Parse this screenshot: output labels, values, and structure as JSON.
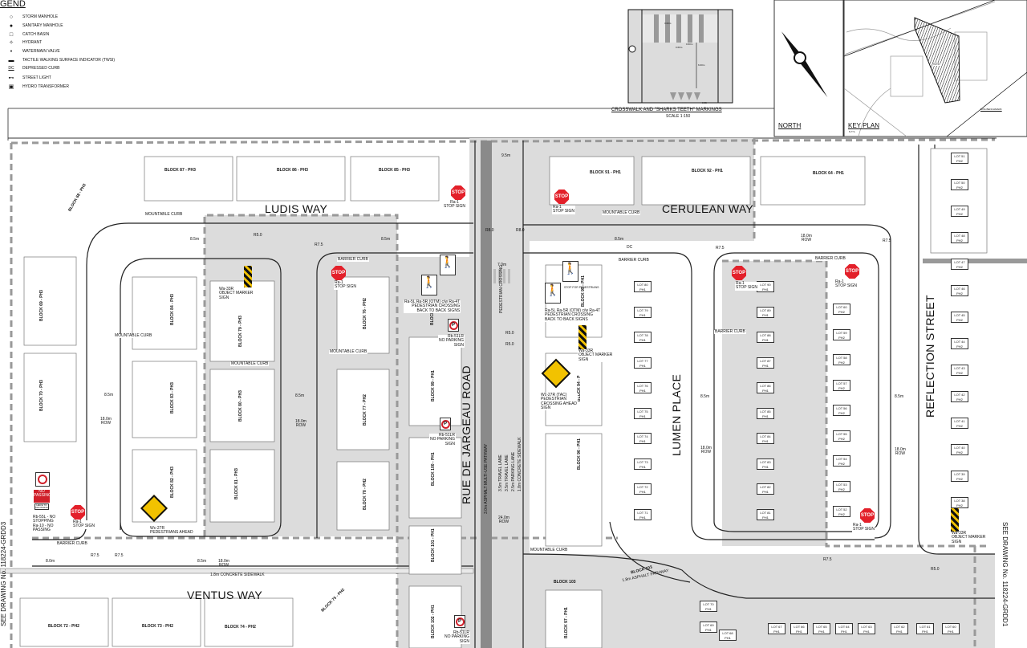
{
  "legend": {
    "title": "GEND",
    "items": [
      {
        "icon": "storm-manhole-icon",
        "label": "STORM MANHOLE"
      },
      {
        "icon": "sanitary-manhole-icon",
        "label": "SANITARY MANHOLE"
      },
      {
        "icon": "catch-basin-icon",
        "label": "CATCH BASIN"
      },
      {
        "icon": "hydrant-icon",
        "label": "HYDRANT"
      },
      {
        "icon": "watermain-valve-icon",
        "label": "WATERMAIN VALVE"
      },
      {
        "icon": "twsi-icon",
        "label": "TACTILE WALKING SURFACE INDICATOR (TWSI)"
      },
      {
        "icon": "depressed-curb-icon",
        "symbol": "DC",
        "label": "DEPRESSED CURB"
      },
      {
        "icon": "street-light-icon",
        "label": "STREET LIGHT"
      },
      {
        "icon": "hydro-transformer-icon",
        "label": "HYDRO TRANSFORMER"
      }
    ]
  },
  "detail": {
    "title": "CROSSWALK AND \"SHARKS TEETH\" MARKINGS",
    "scale": "SCALE 1:150",
    "dims": [
      "0.60m",
      "0.60m",
      "3.00m",
      "6.00m",
      "0.95"
    ]
  },
  "north": {
    "label": "NORTH"
  },
  "key_plan": {
    "title": "KEY PLAN",
    "scale": "N.T.S.",
    "site": "SITE",
    "benchmark": "SITE BENCHMARK"
  },
  "streets": {
    "ludis": "LUDIS WAY",
    "cerulean": "CERULEAN WAY",
    "ventus": "VENTUS WAY",
    "jargeau": "RUE DE JARGEAU ROAD",
    "lumen": "LUMEN PLACE",
    "reflection": "REFLECTION STREET"
  },
  "match_lines": {
    "left": "SEE DRAWING No. 118224-GRDD3",
    "right": "SEE DRAWING No. 118224-GRDD1"
  },
  "blocks": {
    "b87": "BLOCK 87 - PH3",
    "b86": "BLOCK 86 - PH3",
    "b85": "BLOCK 85 - PH3",
    "b91": "BLOCK 91 - PH1",
    "b92": "BLOCK 92 - PH1",
    "b64": "BLOCK 64 - PH1",
    "b68": "BLOCK 68 - PH3",
    "b69": "BLOCK 69 - PH3",
    "b70": "BLOCK 70 - PH3",
    "b84": "BLOCK 84 - PH3",
    "b83": "BLOCK 83 - PH3",
    "b82": "BLOCK 82 - PH3",
    "b79": "BLOCK 79 - PH3",
    "b80": "BLOCK 80 - PH3",
    "b81": "BLOCK 81 - PH3",
    "b76": "BLOCK 76 - PH2",
    "b77": "BLOCK 77 - PH2",
    "b78": "BLOCK 78 - PH2",
    "b99": "BLOCK 99 - PH1",
    "b100": "BLOCK 100 - PH1",
    "b101": "BLOCK 101 - PH1",
    "b102": "BLOCK 102 - PH1",
    "b93": "BLOCK",
    "b95": "BLOCK 95 - PH1",
    "b94": "BLOCK 94 - P",
    "b96": "BLOCK 96 - PH1",
    "b97": "BLOCK 97 - PH1",
    "b103": "BLOCK 103",
    "b103b": "BLOCK 103",
    "b72": "BLOCK 72 - PH2",
    "b73": "BLOCK 73 - PH2",
    "b74": "BLOCK 74 - PH2",
    "b75": "BLOCK 75 - PH2"
  },
  "lots": {
    "lumen_west": [
      {
        "lot": "LOT 80",
        "ph": "PH1"
      },
      {
        "lot": "LOT 79",
        "ph": "PH1"
      },
      {
        "lot": "LOT 78",
        "ph": "PH1"
      },
      {
        "lot": "LOT 77",
        "ph": "PH1"
      },
      {
        "lot": "LOT 76",
        "ph": "PH1"
      },
      {
        "lot": "LOT 75",
        "ph": "PH1"
      },
      {
        "lot": "LOT 74",
        "ph": "PH1"
      },
      {
        "lot": "LOT 73",
        "ph": "PH1"
      },
      {
        "lot": "LOT 72",
        "ph": "PH1"
      },
      {
        "lot": "LOT 71",
        "ph": "PH1"
      }
    ],
    "lumen_east": [
      {
        "lot": "LOT 90",
        "ph": "PH1"
      },
      {
        "lot": "LOT 89",
        "ph": "PH1"
      },
      {
        "lot": "LOT 88",
        "ph": "PH1"
      },
      {
        "lot": "LOT 87",
        "ph": "PH1"
      },
      {
        "lot": "LOT 86",
        "ph": "PH1"
      },
      {
        "lot": "LOT 85",
        "ph": "PH1"
      },
      {
        "lot": "LOT 84",
        "ph": "PH1"
      },
      {
        "lot": "LOT 83",
        "ph": "PH1"
      },
      {
        "lot": "LOT 82",
        "ph": "PH1"
      },
      {
        "lot": "LOT 81",
        "ph": "PH1"
      }
    ],
    "reflection_west": [
      {
        "lot": "LOT 60",
        "ph": "PH2"
      },
      {
        "lot": "LOT 59",
        "ph": "PH2"
      },
      {
        "lot": "LOT 58",
        "ph": "PH2"
      },
      {
        "lot": "LOT 57",
        "ph": "PH2"
      },
      {
        "lot": "LOT 56",
        "ph": "PH2"
      },
      {
        "lot": "LOT 55",
        "ph": "PH2"
      },
      {
        "lot": "LOT 54",
        "ph": "PH2"
      },
      {
        "lot": "LOT 53",
        "ph": "PH2"
      },
      {
        "lot": "LOT 52",
        "ph": "PH2"
      }
    ],
    "reflection_east": [
      {
        "lot": "LOT 51",
        "ph": "PH2"
      },
      {
        "lot": "LOT 50",
        "ph": "PH2"
      },
      {
        "lot": "LOT 49",
        "ph": "PH2"
      },
      {
        "lot": "LOT 48",
        "ph": "PH2"
      },
      {
        "lot": "LOT 47",
        "ph": "PH2"
      },
      {
        "lot": "LOT 46",
        "ph": "PH2"
      },
      {
        "lot": "LOT 45",
        "ph": "PH2"
      },
      {
        "lot": "LOT 44",
        "ph": "PH2"
      },
      {
        "lot": "LOT 43",
        "ph": "PH2"
      },
      {
        "lot": "LOT 42",
        "ph": "PH2"
      },
      {
        "lot": "LOT 41",
        "ph": "PH2"
      },
      {
        "lot": "LOT 40",
        "ph": "PH2"
      },
      {
        "lot": "LOT 39",
        "ph": "PH2"
      },
      {
        "lot": "LOT 38",
        "ph": "PH2"
      }
    ],
    "bottom_row": [
      {
        "lot": "LOT 70",
        "ph": "PH1"
      },
      {
        "lot": "LOT 69",
        "ph": "PH1"
      },
      {
        "lot": "LOT 68",
        "ph": "PH1"
      },
      {
        "lot": "LOT 67",
        "ph": "PH1"
      },
      {
        "lot": "LOT 66",
        "ph": "PH1"
      },
      {
        "lot": "LOT 65",
        "ph": "PH1"
      },
      {
        "lot": "LOT 64",
        "ph": "PH1"
      },
      {
        "lot": "LOT 63",
        "ph": "PH1"
      },
      {
        "lot": "LOT 62",
        "ph": "PH1"
      },
      {
        "lot": "LOT 61",
        "ph": "PH1"
      },
      {
        "lot": "LOT 60",
        "ph": "PH1"
      }
    ]
  },
  "signs": {
    "stop_face": "STOP",
    "stop": "Ra-1\nSTOP SIGN",
    "object_marker": "Wa-33R\nOBJECT MARKER\nSIGN",
    "ped_crossing": "Ra-5L Ra-5R (OTM) c/w Ra-4T\nPEDESTRIAN CROSSING\nBACK TO BACK SIGNS",
    "no_parking": "Rb-51LR\nNO PARKING\nSIGN",
    "ped_ahead_tac": "Wc-27R (TAC)\nPEDESTRIAN\nCROSSING AHEAD\nSIGN",
    "ped_ahead": "Wc-27R\nPEDESTRIANS AHEAD",
    "no_stopping": "Rb-55L - NO\nSTOPPING\nRa-10 - NO\nPASSING",
    "no_passing_face": "NO PASSING",
    "no_passing_sub": "HERE TO CROSSING",
    "no_parking_face": "P",
    "stop_for_peds": "STOP FOR PEDESTRIANS"
  },
  "annotations": {
    "mountable_curb": "MOUNTABLE CURB",
    "barrier_curb": "BARRIER CURB",
    "row": "18.0m\nROW",
    "row24": "24.0m\nROW",
    "w85": "8.5m",
    "w95": "9.5m",
    "w80": "8.0m",
    "w70": "7.0m",
    "r75": "R7.5",
    "r50": "R5.0",
    "r80": "R8.0",
    "dc": "DC",
    "sidewalk": "1.8m CONCRETE SIDEWALK",
    "asphalt_pathway": "1.8m ASPHALT PATHWAY",
    "multi_use": "3.0m ASPHALT MULTI-USE PATHWAY",
    "travel_lane": "3.5m TRAVEL LANE",
    "parking_lane": "2.5m PARKING LANE",
    "conc_sidewalk": "1.8m CONCRETE SIDEWALK",
    "ped_crossing_mark": "PEDESTRIAN CROSSING"
  },
  "colors": {
    "stop": "#e3202a",
    "warning": "#f2c200",
    "shade": "#dcdcdc",
    "median": "#8a8a8a"
  }
}
